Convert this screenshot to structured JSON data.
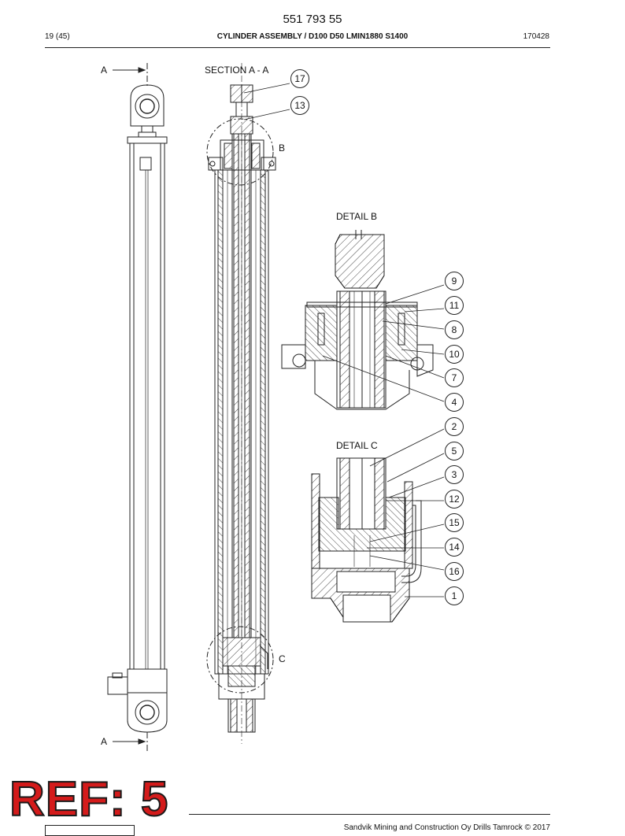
{
  "header": {
    "doc_number": "551 793 55",
    "page": "19 (45)",
    "title": "CYLINDER ASSEMBLY / D100 D50 LMIN1880 S1400",
    "code": "170428"
  },
  "labels": {
    "section_marker_top": "A",
    "section_marker_bottom": "A",
    "section_title": "SECTION A - A",
    "detail_b_marker": "B",
    "detail_c_marker": "C",
    "detail_b_title": "DETAIL B",
    "detail_c_title": "DETAIL C"
  },
  "callouts": [
    "17",
    "13",
    "9",
    "11",
    "8",
    "10",
    "7",
    "4",
    "2",
    "5",
    "3",
    "12",
    "15",
    "14",
    "16",
    "1"
  ],
  "footer": {
    "ref": "REF: 5",
    "copyright": "Sandvik Mining and Construction Oy Drills Tamrock © 2017"
  }
}
